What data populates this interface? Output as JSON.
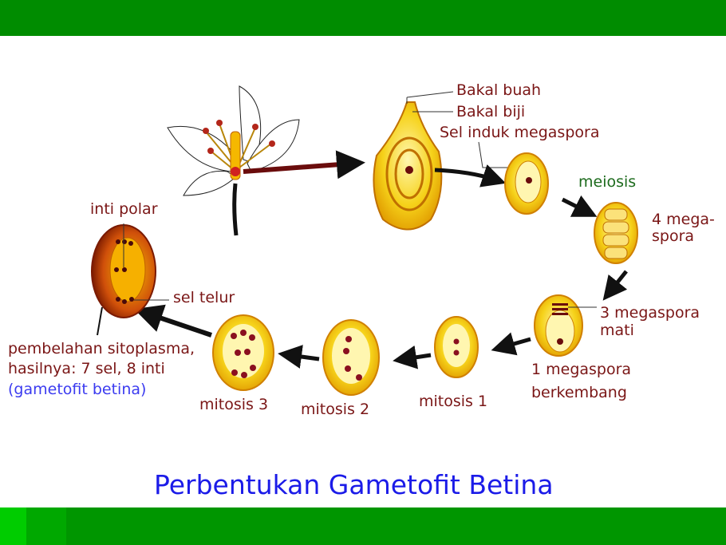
{
  "title": "Perbentukan Gametofit Betina",
  "labels": {
    "bakal_buah": "Bakal buah",
    "bakal_biji": "Bakal biji",
    "sel_induk": "Sel induk megaspora",
    "meiosis": "meiosis",
    "empat_megaspora_1": "4 mega-",
    "empat_megaspora_2": "spora",
    "tiga_megaspora_1": "3 megaspora",
    "tiga_megaspora_2": "mati",
    "satu_megaspora_1": "1 megaspora",
    "satu_megaspora_2": "berkembang",
    "mitosis_1": "mitosis 1",
    "mitosis_2": "mitosis 2",
    "mitosis_3": "mitosis 3",
    "inti_polar": "inti polar",
    "sel_telur": "sel telur",
    "pembelahan_1": "pembelahan sitoplasma,",
    "pembelahan_2": "hasilnya: 7 sel, 8 inti",
    "pembelahan_3": "(gametofit betina)"
  },
  "colors": {
    "bar": "#009600",
    "label": "#7a1616",
    "title": "#1b1be8",
    "meiosis": "#1d6b1d",
    "note": "#3b3bf0"
  }
}
